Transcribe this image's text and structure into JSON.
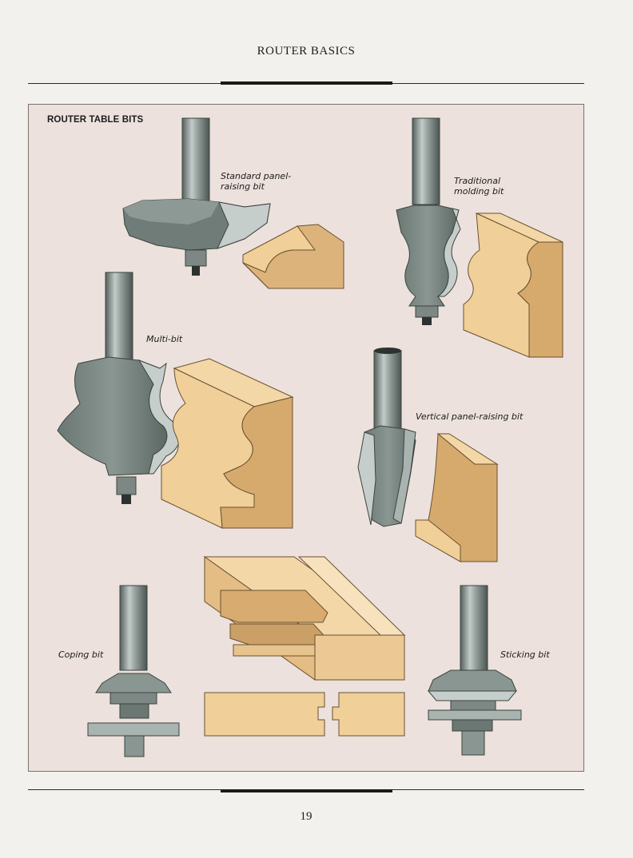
{
  "header": {
    "running_title": "ROUTER BASICS"
  },
  "figure": {
    "title": "ROUTER TABLE BITS",
    "labels": {
      "standard_panel_line1": "Standard panel-",
      "standard_panel_line2": "raising bit",
      "traditional_line1": "Traditional",
      "traditional_line2": "molding bit",
      "multi_bit": "Multi-bit",
      "vertical_panel": "Vertical panel-raising bit",
      "coping_bit": "Coping bit",
      "sticking_bit": "Sticking bit"
    },
    "colors": {
      "panel_bg": "#ece1dc",
      "steel": "#6f7b76",
      "steel_light": "#a9b3b0",
      "carbide": "#c4ccca",
      "wood": "#f0cf98",
      "wood_side": "#dcb27a",
      "wood_dark": "#c9995f"
    }
  },
  "footer": {
    "page_number": "19"
  }
}
